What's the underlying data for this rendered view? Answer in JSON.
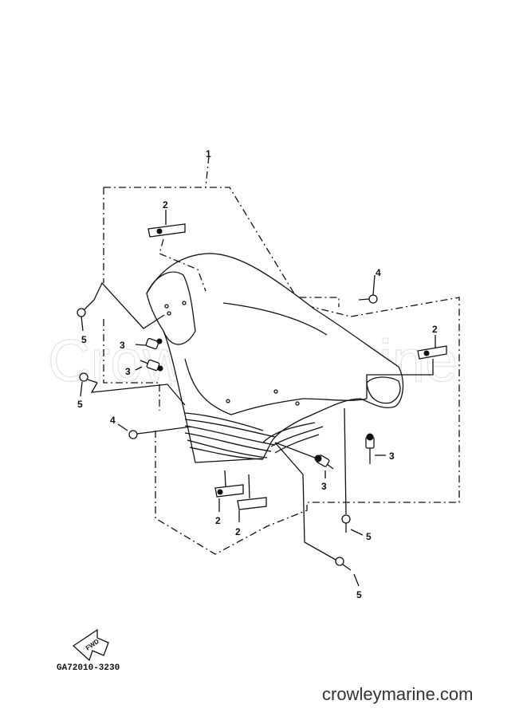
{
  "watermark": "Crowley Marine",
  "site": "crowleymarine.com",
  "part_code": "GA72010-3230",
  "fwd_label": "FWD",
  "callouts": {
    "seat": "1",
    "plate_top": "2",
    "plate_right": "2",
    "plate_bottom_a": "2",
    "plate_bottom_b": "2",
    "clip_a": "3",
    "clip_b": "3",
    "clip_c": "3",
    "clip_d": "3",
    "screw_left": "4",
    "screw_right": "4",
    "bolt_a": "5",
    "bolt_b": "5",
    "bolt_c": "5",
    "bolt_d": "5"
  }
}
